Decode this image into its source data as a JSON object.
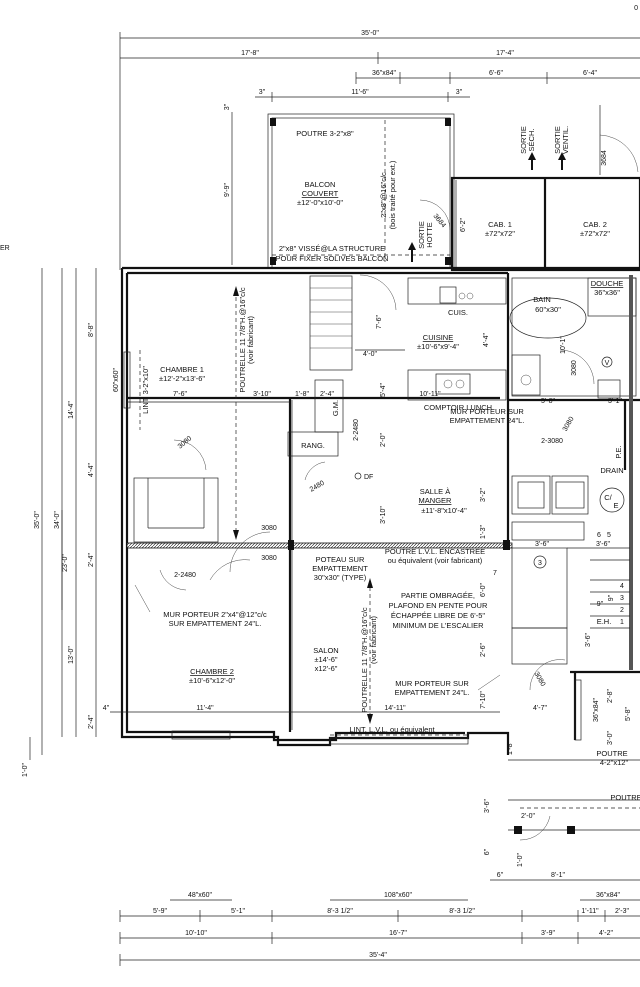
{
  "dims": {
    "top_total": "35'-0\"",
    "top_left": "17'-8\"",
    "top_right": "17'-4\"",
    "balc_3a": "3\"",
    "balc_mid": "11'-6\"",
    "balc_3b": "3\"",
    "balc_win": "36\"x84\"",
    "r_66": "6'-6\"",
    "r_64": "6'-4\"",
    "left_350": "35'-0\"",
    "left_340": "34'-0\"",
    "left_230": "23'-0\"",
    "l_144": "14'-4\"",
    "l_88": "8'-8\"",
    "l_44": "4'-4\"",
    "l_24a": "2'-4\"",
    "l_130": "13'-0\"",
    "l_24b": "2'-4\"",
    "l_10": "1'-0\"",
    "balc_99": "9'-9\"",
    "balc_3c": "3\"",
    "h_76": "7'-6\"",
    "h_310": "3'-10\"",
    "h_18": "1'-8\"",
    "h_24": "2'-4\"",
    "h_1011": "10'-11\"",
    "h_58": "5'-8\"",
    "h_31": "3'-1\"",
    "h_4": "4\"",
    "h_114": "11'-4\"",
    "h_1411": "14'-11\"",
    "h_47": "4'-7\"",
    "v_76": "7'-6\"",
    "v_40": "4'-0\"",
    "v_44": "4'-4\"",
    "v_54": "5'-4\"",
    "v_20": "2'-0\"",
    "v_310": "3'-10\"",
    "v_32": "3'-2\"",
    "v_13": "1'-3\"",
    "v_60": "6'-0\"",
    "v_26": "2'-6\"",
    "v_710": "7'-10\"",
    "v_101": "10'-1\"",
    "v_62": "6'-2\"",
    "v_18": "1'-8\"",
    "v_36": "3'-6\"",
    "v_6": "6\"",
    "v_28": "2'-8\"",
    "v_30": "3'-0\"",
    "v_58": "5'-8\"",
    "s_36a": "3'-6\"",
    "s_36b": "3'-6\"",
    "s_36c": "3'-6\"",
    "s_9a": "9\"",
    "s_9b": "9\"",
    "s_10": "1'-0\"",
    "s_20": "2'-0\"",
    "s_6": "6\"",
    "s_81": "8'-1\"",
    "b_59": "5'-9\"",
    "b_51": "5'-1\"",
    "b_832a": "8'-3 1/2\"",
    "b_832b": "8'-3 1/2\"",
    "b_111": "1'-11\"",
    "b_23": "2'-3\"",
    "b_1010": "10'-10\"",
    "b_167": "16'-7\"",
    "b_39": "3'-9\"",
    "b_42": "4'-2\"",
    "b_total": "35'-4\"",
    "w_48x60": "48\"x60\"",
    "w_108x60": "108\"x60\"",
    "w_36x84b": "36\"x84\"",
    "w_36x84c": "36\"x84\"",
    "w_60x60": "60\"x60\"",
    "door_3080a": "3080",
    "door_3080b": "3080",
    "door_3080c": "3080",
    "door_3080d": "3080",
    "door_3080e": "3080",
    "door_3080f": "3080",
    "door_2480a": "2-2480",
    "door_2480b": "2-2480",
    "door_2480c": "2480",
    "door_23080": "2-3080",
    "door_3684a": "3684",
    "door_3684b": "3684"
  },
  "rooms": {
    "balcon_line1": "BALCON",
    "balcon_line2": "COUVERT",
    "balcon_size": "±12'-0\"x10'-0\"",
    "chambre1_name": "CHAMBRE 1",
    "chambre1_size": "±12'-2\"x13'-6\"",
    "chambre2_name": "CHAMBRE 2",
    "chambre2_size": "±10'-6\"x12'-0\"",
    "cuisine_name": "CUISINE",
    "cuisine_size": "±10'-6\"x9'-4\"",
    "cuis": "CUIS.",
    "comptoir": "COMPTOIR LUNCH",
    "salle_line1": "SALLE À",
    "salle_line2": "MANGER",
    "salle_size": "±11'-8\"x10'-4\"",
    "salon_name": "SALON",
    "salon_size1": "±14'-6\"",
    "salon_size2": "x12'-6\"",
    "cab1_name": "CAB. 1",
    "cab1_size": "±72\"x72\"",
    "cab2_name": "CAB. 2",
    "cab2_size": "±72\"x72\"",
    "douche_name": "DOUCHE",
    "douche_size": "36\"x36\"",
    "bain_name": "BAIN",
    "bain_size": "60\"x30\"",
    "rang": "RANG.",
    "gm": "G.M.",
    "drain": "DRAIN",
    "eh": "E.H.",
    "pe": "P.E.",
    "df": "DF",
    "v": "V",
    "ce1": "C/",
    "ce2": "E"
  },
  "notes": {
    "poutre_top": "POUTRE 3-2\"x8\"",
    "solives1": "2\"x8\" VISSÉ@LA STRUCTURE",
    "solives2": "POUR FIXER SOLIVES BALCON",
    "bois1": "2\"x8\"@16\"c/c",
    "bois2": "(bois traité pour ext.)",
    "sortie_hotte1": "SORTIE",
    "sortie_hotte2": "HOTTE",
    "sortie_sech1": "SORTIE",
    "sortie_sech2": "SÉCH.",
    "sortie_vent1": "SORTIE",
    "sortie_vent2": "VENTIL.",
    "poutrelle1a": "POUTRELLE 11 7/8\"H.@16\"c/c",
    "poutrelle1b": "(voir fabricant)",
    "lint_chambre": "LINT. 3-2\"x10\"",
    "mur_porteur1a": "MUR PORTEUR SUR",
    "mur_porteur1b": "EMPATTEMENT 24\"L.",
    "poteau1": "POTEAU SUR",
    "poteau2": "EMPATTEMENT",
    "poteau3": "30\"x30\" (TYPE)",
    "lvl1": "POUTRE L.V.L. ENCASTRÉE",
    "lvl2": "ou équivalent (voir fabricant)",
    "ombre1": "PARTIE OMBRAGÉE,",
    "ombre2": "PLAFOND EN PENTE POUR",
    "ombre3": "ÉCHAPPÉE LIBRE DE 6'-5\"",
    "ombre4": "MINIMUM DE L'ESCALIER",
    "mur2x4a": "MUR PORTEUR 2\"x4\"@12\"c/c",
    "mur2x4b": "SUR EMPATTEMENT 24\"L.",
    "poutrelle2a": "POUTRELLE 11 7/8\"H.@16\"c/c",
    "poutrelle2b": "(voir fabricant)",
    "mur_porteur2a": "MUR PORTEUR SUR",
    "mur_porteur2b": "EMPATTEMENT 24\"L.",
    "lint_lvl": "LINT. L.V.L. ou équivalent",
    "poutre_right1": "POUTRE",
    "poutre_right2": "4-2\"x12\"",
    "poutre_right3": "POUTRE",
    "edge_er": "ER",
    "top_edge": "0"
  },
  "stairs": [
    "1",
    "2",
    "3",
    "4",
    "5",
    "6",
    "7"
  ],
  "stair_misc": {
    "three": "3",
    "six": "6",
    "five": "5",
    "seven": "7"
  }
}
